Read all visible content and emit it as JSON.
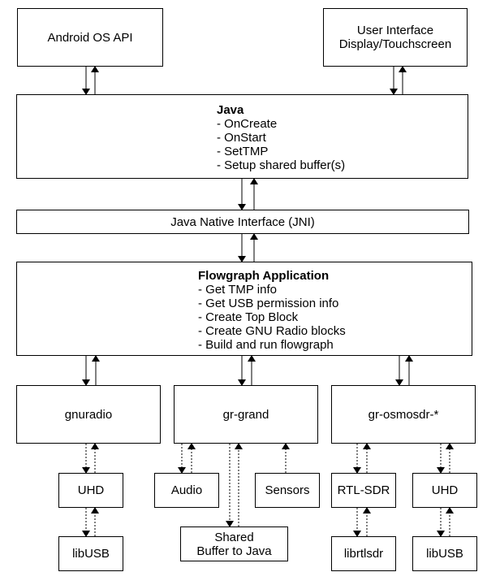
{
  "android_api": {
    "label": "Android OS API"
  },
  "ui_box": {
    "line1": "User Interface",
    "line2": "Display/Touchscreen"
  },
  "java": {
    "title": "Java",
    "items": [
      "- OnCreate",
      "- OnStart",
      "- SetTMP",
      "- Setup shared buffer(s)"
    ]
  },
  "jni": {
    "label": "Java Native Interface (JNI)"
  },
  "flowgraph": {
    "title": "Flowgraph Application",
    "items": [
      "- Get TMP info",
      "- Get USB permission info",
      "- Create Top Block",
      "- Create GNU Radio blocks",
      "- Build and run flowgraph"
    ]
  },
  "gnuradio": {
    "label": "gnuradio"
  },
  "gr_grand": {
    "label": "gr-grand"
  },
  "gr_osmosdr": {
    "label": "gr-osmosdr-*"
  },
  "uhd_left": {
    "label": "UHD"
  },
  "libusb_left": {
    "label": "libUSB"
  },
  "audio": {
    "label": "Audio"
  },
  "sensors": {
    "label": "Sensors"
  },
  "shared_buffer": {
    "line1": "Shared",
    "line2": "Buffer to Java"
  },
  "rtl_sdr": {
    "label": "RTL-SDR"
  },
  "librtlsdr": {
    "label": "librtlsdr"
  },
  "uhd_right": {
    "label": "UHD"
  },
  "libusb_right": {
    "label": "libUSB"
  }
}
